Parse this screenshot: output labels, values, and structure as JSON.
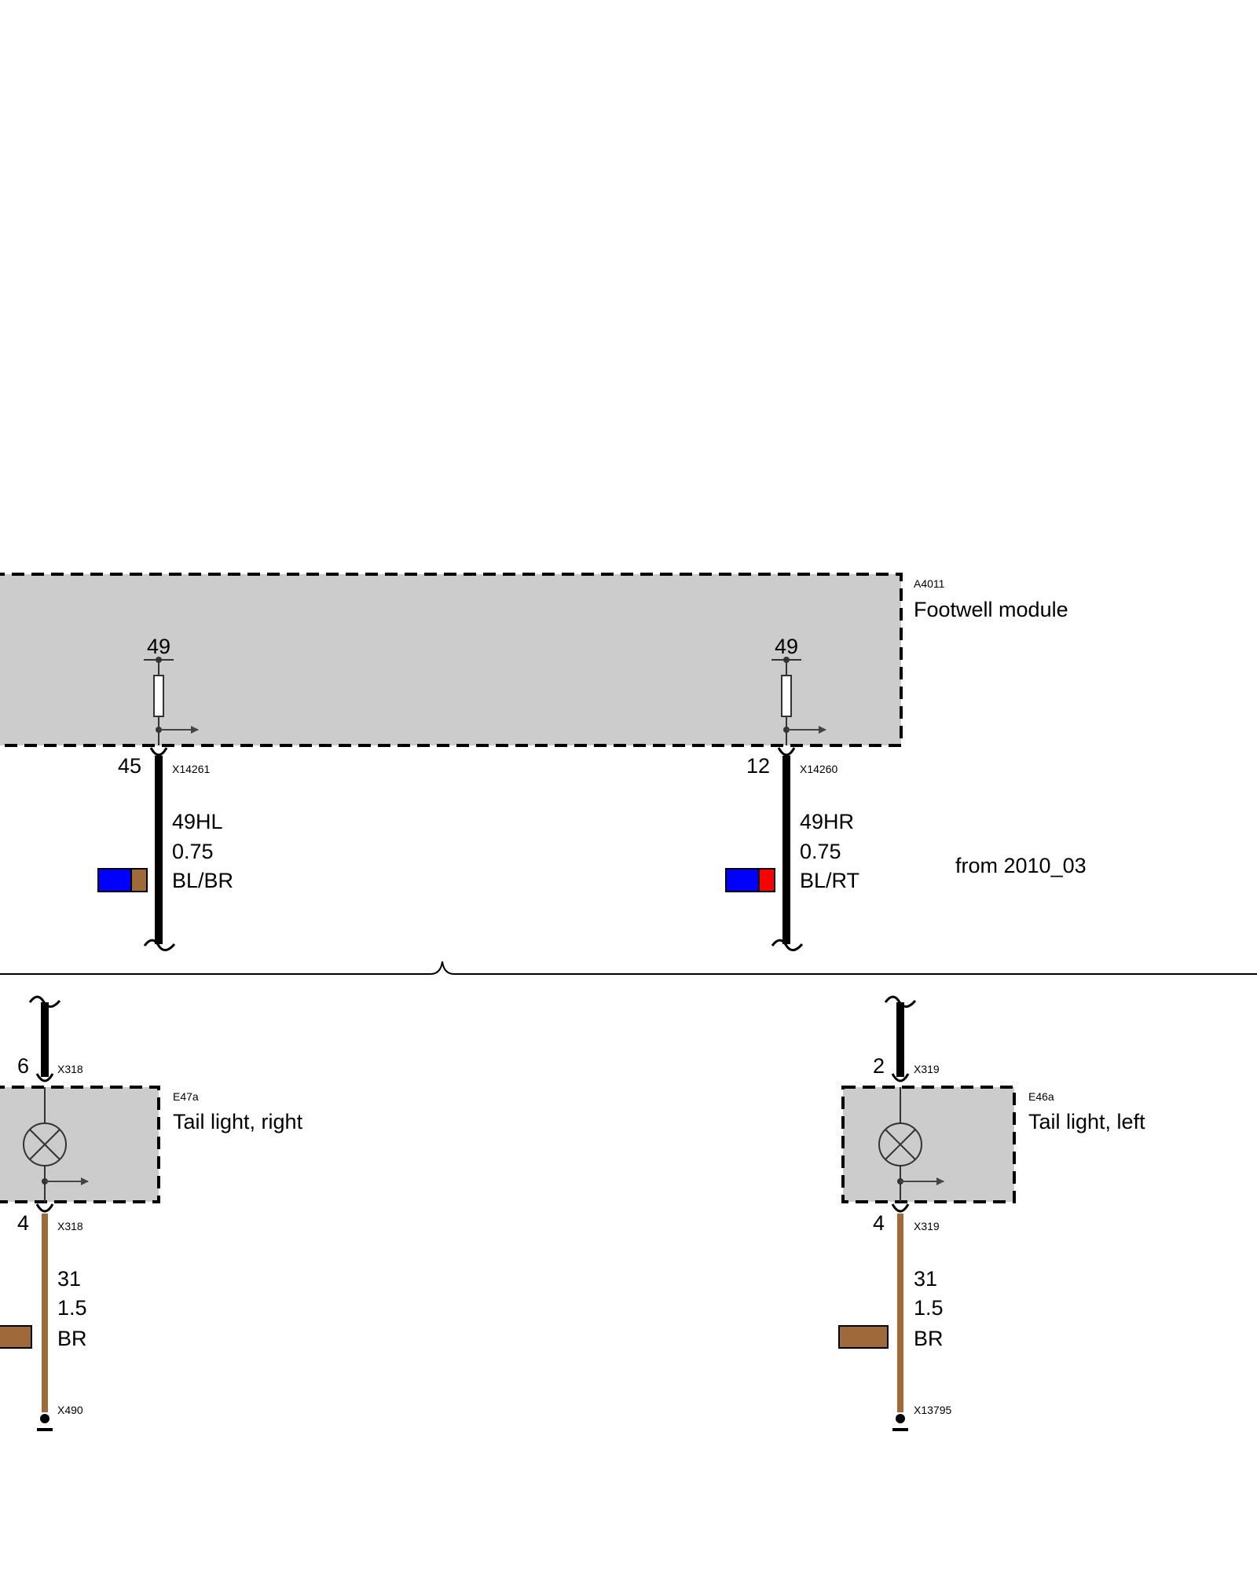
{
  "colors": {
    "module_fill": "#cccccc",
    "wire_black": "#000000",
    "wire_brown": "#a0693a",
    "swatch_blue": "#0000ff",
    "swatch_brown": "#a0693a",
    "swatch_red": "#ff0000"
  },
  "footwell_module": {
    "id": "A4011",
    "name": "Footwell module",
    "left": {
      "terminal": "49",
      "pin": "45",
      "connector": "X14261",
      "wire": {
        "signal": "49HL",
        "gauge": "0.75",
        "color_code": "BL/BR"
      }
    },
    "right": {
      "terminal": "49",
      "pin": "12",
      "connector": "X14260",
      "wire": {
        "signal": "49HR",
        "gauge": "0.75",
        "color_code": "BL/RT"
      }
    }
  },
  "variant_note": "from 2010_03",
  "tail_light_right": {
    "id": "E47a",
    "name": "Tail light, right",
    "top_pin": "6",
    "top_connector": "X318",
    "bottom_pin": "4",
    "bottom_connector": "X318",
    "wire": {
      "signal": "31",
      "gauge": "1.5",
      "color_code": "BR"
    },
    "ground": "X490"
  },
  "tail_light_left": {
    "id": "E46a",
    "name": "Tail light, left",
    "top_pin": "2",
    "top_connector": "X319",
    "bottom_pin": "4",
    "bottom_connector": "X319",
    "wire": {
      "signal": "31",
      "gauge": "1.5",
      "color_code": "BR"
    },
    "ground": "X13795"
  }
}
